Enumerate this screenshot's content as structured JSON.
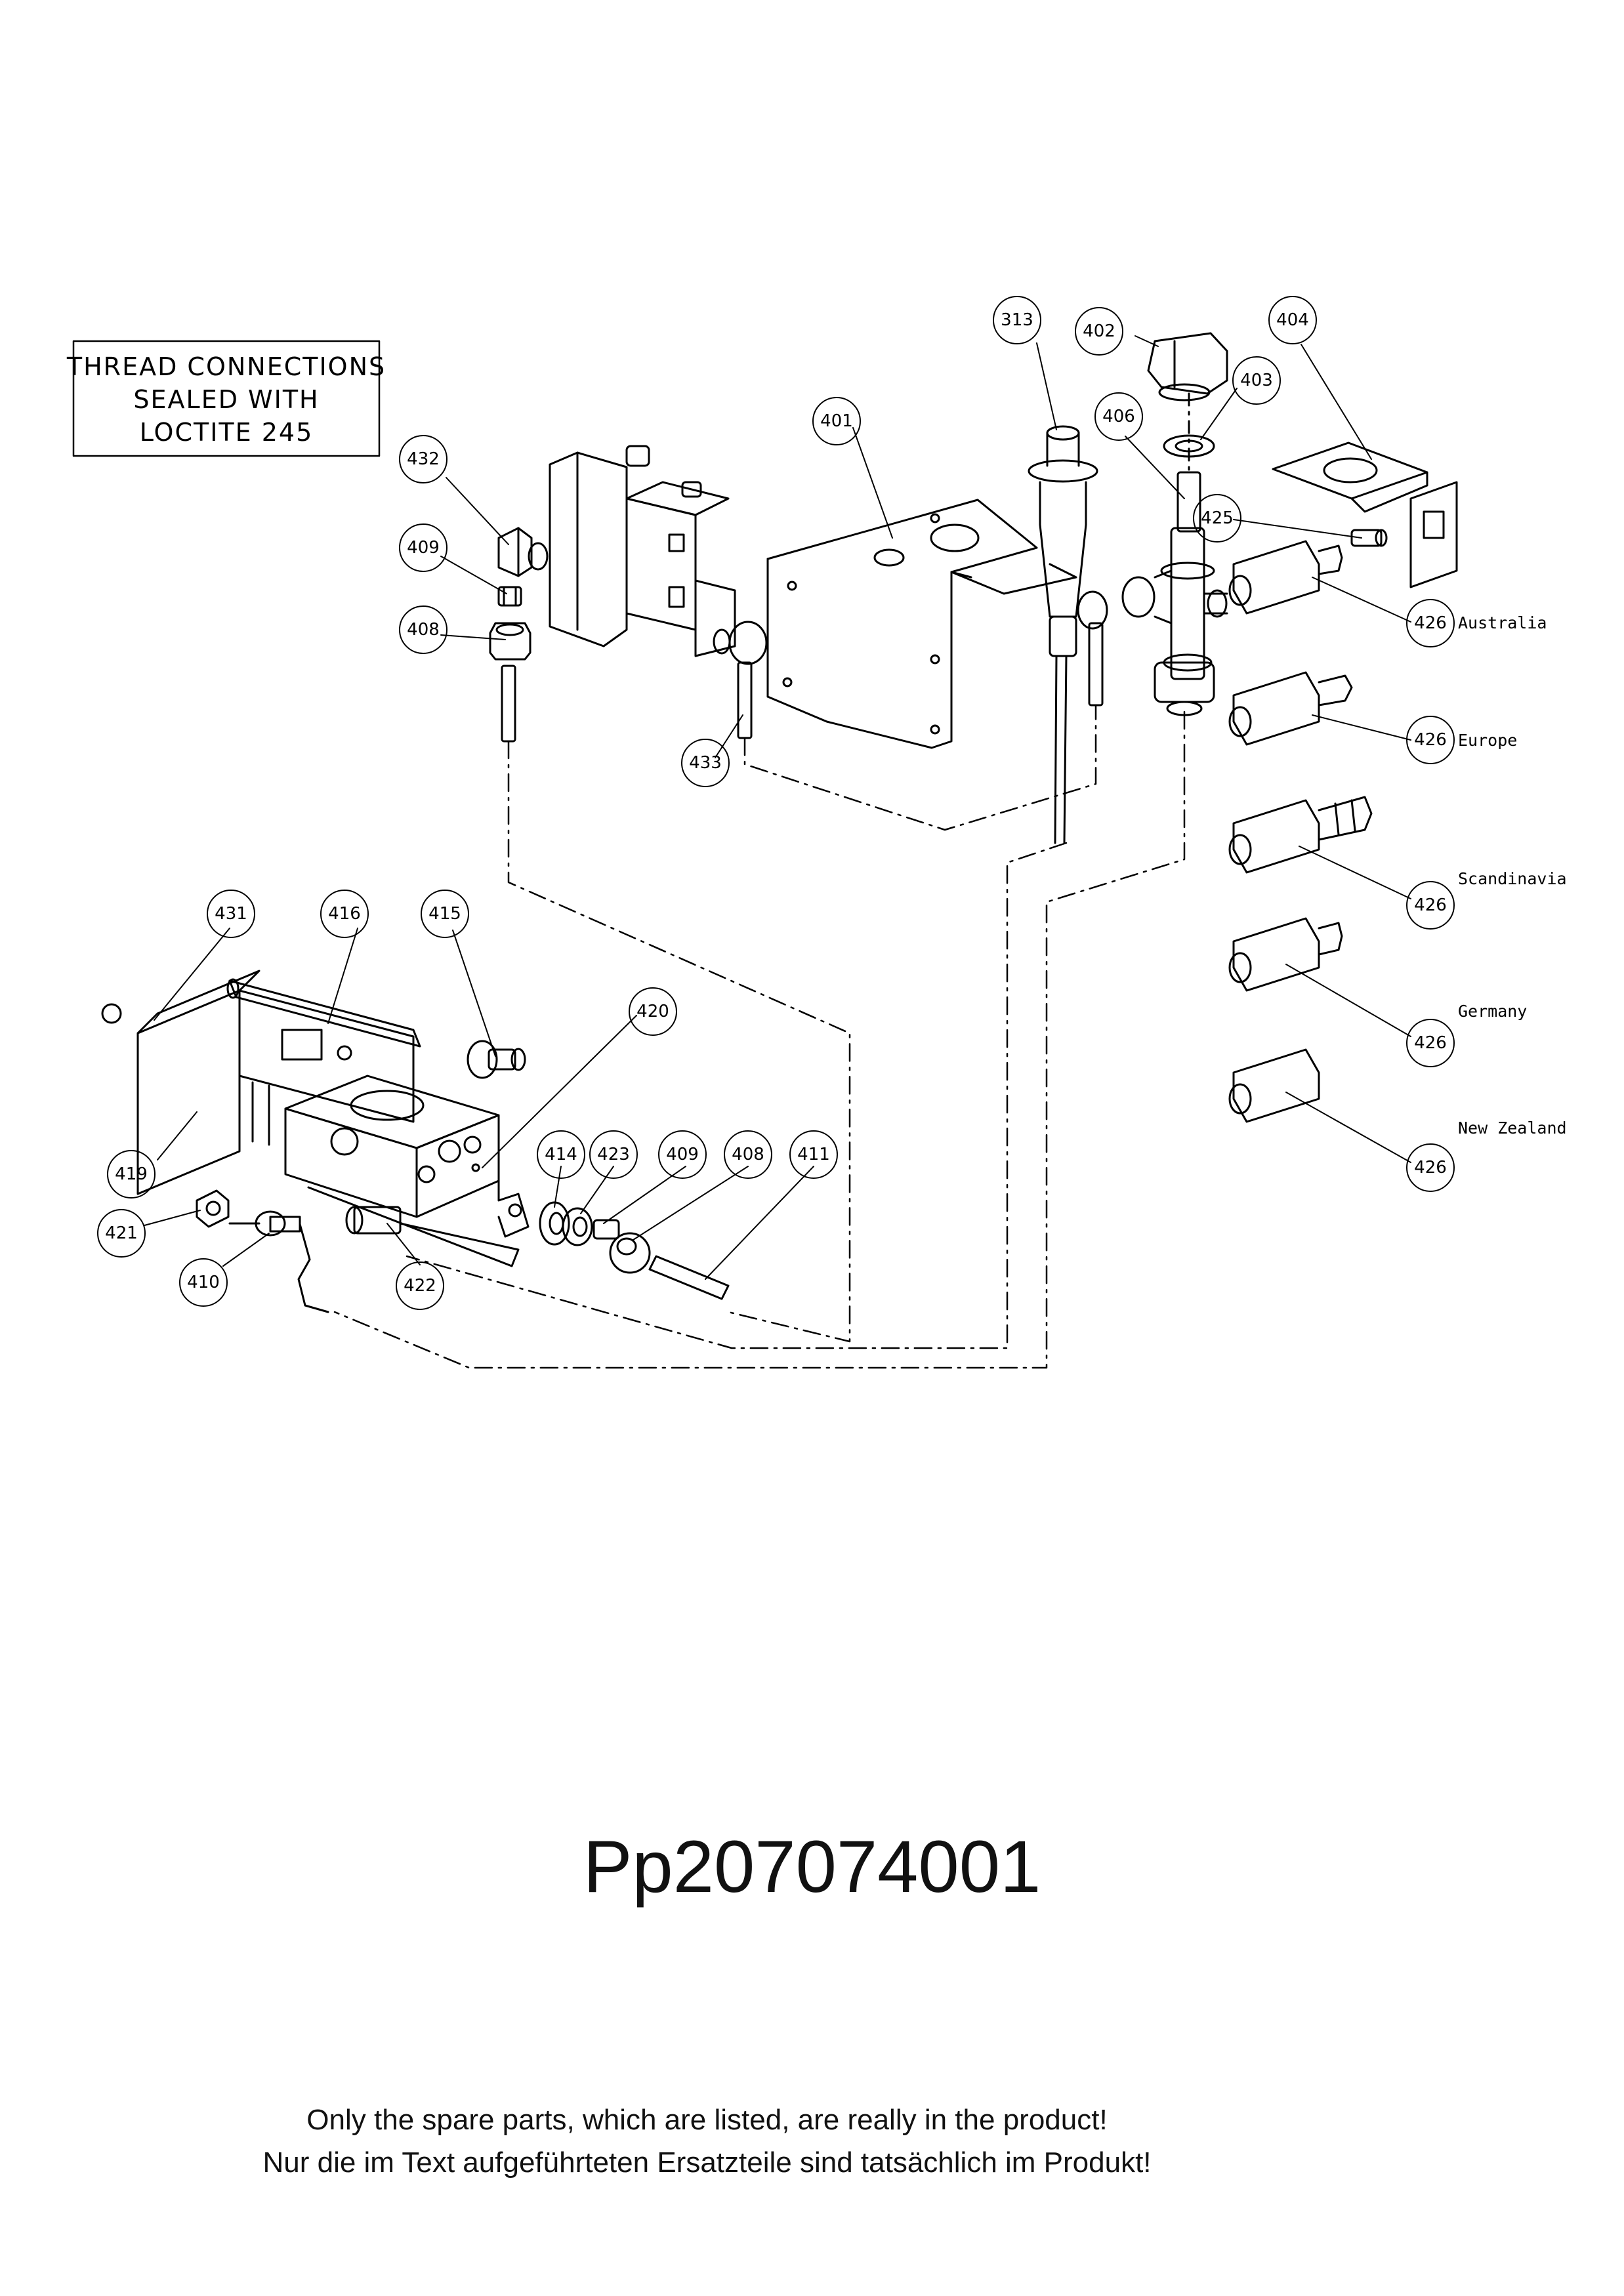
{
  "note": {
    "lines": [
      "THREAD CONNECTIONS",
      "SEALED WITH",
      "LOCTITE 245"
    ]
  },
  "callouts": [
    {
      "id": "c313",
      "label": "313"
    },
    {
      "id": "c402",
      "label": "402"
    },
    {
      "id": "c404",
      "label": "404"
    },
    {
      "id": "c403",
      "label": "403"
    },
    {
      "id": "c401",
      "label": "401"
    },
    {
      "id": "c406",
      "label": "406"
    },
    {
      "id": "c432",
      "label": "432"
    },
    {
      "id": "c425",
      "label": "425"
    },
    {
      "id": "c409a",
      "label": "409"
    },
    {
      "id": "c408a",
      "label": "408"
    },
    {
      "id": "c433",
      "label": "433"
    },
    {
      "id": "c426a",
      "label": "426"
    },
    {
      "id": "c426b",
      "label": "426"
    },
    {
      "id": "c426c",
      "label": "426"
    },
    {
      "id": "c426d",
      "label": "426"
    },
    {
      "id": "c426e",
      "label": "426"
    },
    {
      "id": "c431",
      "label": "431"
    },
    {
      "id": "c416",
      "label": "416"
    },
    {
      "id": "c415",
      "label": "415"
    },
    {
      "id": "c420",
      "label": "420"
    },
    {
      "id": "c419",
      "label": "419"
    },
    {
      "id": "c414",
      "label": "414"
    },
    {
      "id": "c423",
      "label": "423"
    },
    {
      "id": "c409b",
      "label": "409"
    },
    {
      "id": "c408b",
      "label": "408"
    },
    {
      "id": "c411",
      "label": "411"
    },
    {
      "id": "c421",
      "label": "421"
    },
    {
      "id": "c410",
      "label": "410"
    },
    {
      "id": "c422",
      "label": "422"
    }
  ],
  "variants": [
    "Australia",
    "Europe",
    "Scandinavia",
    "Germany",
    "New Zealand"
  ],
  "drawing_number": "Pp207074001",
  "footer": {
    "en": "Only the spare parts, which are listed, are really in the product!",
    "de": "Nur die im Text aufgeführteten Ersatzteile sind tatsächlich im Produkt!"
  }
}
